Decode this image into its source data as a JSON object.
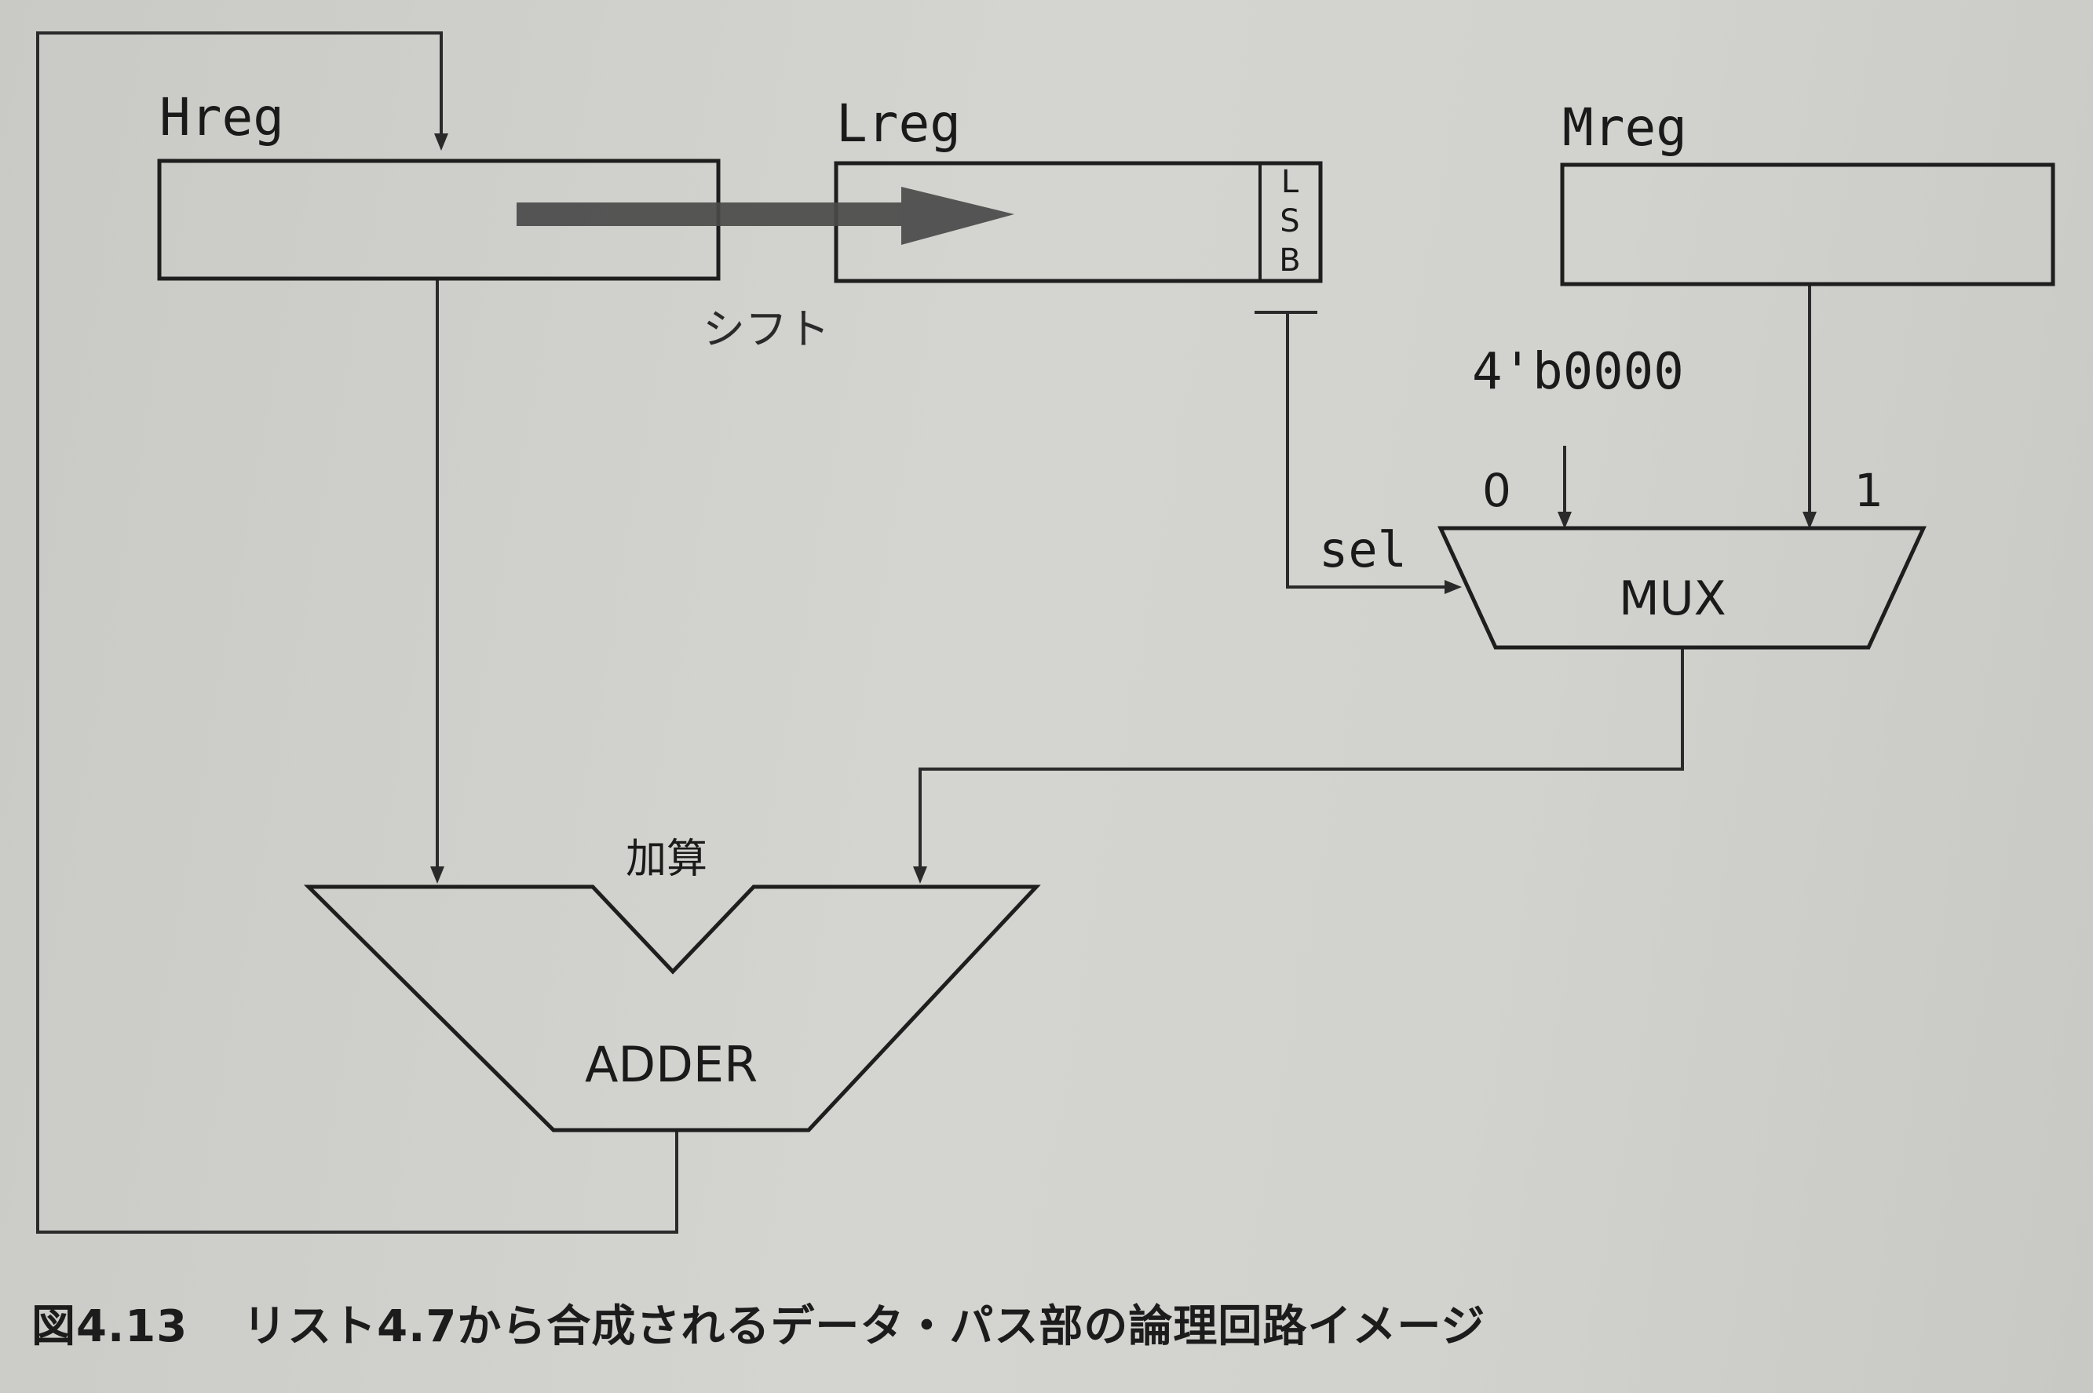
{
  "diagram": {
    "registers": {
      "hreg": "Hreg",
      "lreg": "Lreg",
      "mreg": "Mreg",
      "lsb": "LSB"
    },
    "shift_label": "シフト",
    "constant": "4'b0000",
    "mux": {
      "label": "MUX",
      "input0": "0",
      "input1": "1",
      "select": "sel"
    },
    "adder": {
      "title": "加算",
      "label": "ADDER"
    }
  },
  "caption": {
    "number": "図4.13",
    "text": "リスト4.7から合成されるデータ・パス部の論理回路イメージ"
  }
}
